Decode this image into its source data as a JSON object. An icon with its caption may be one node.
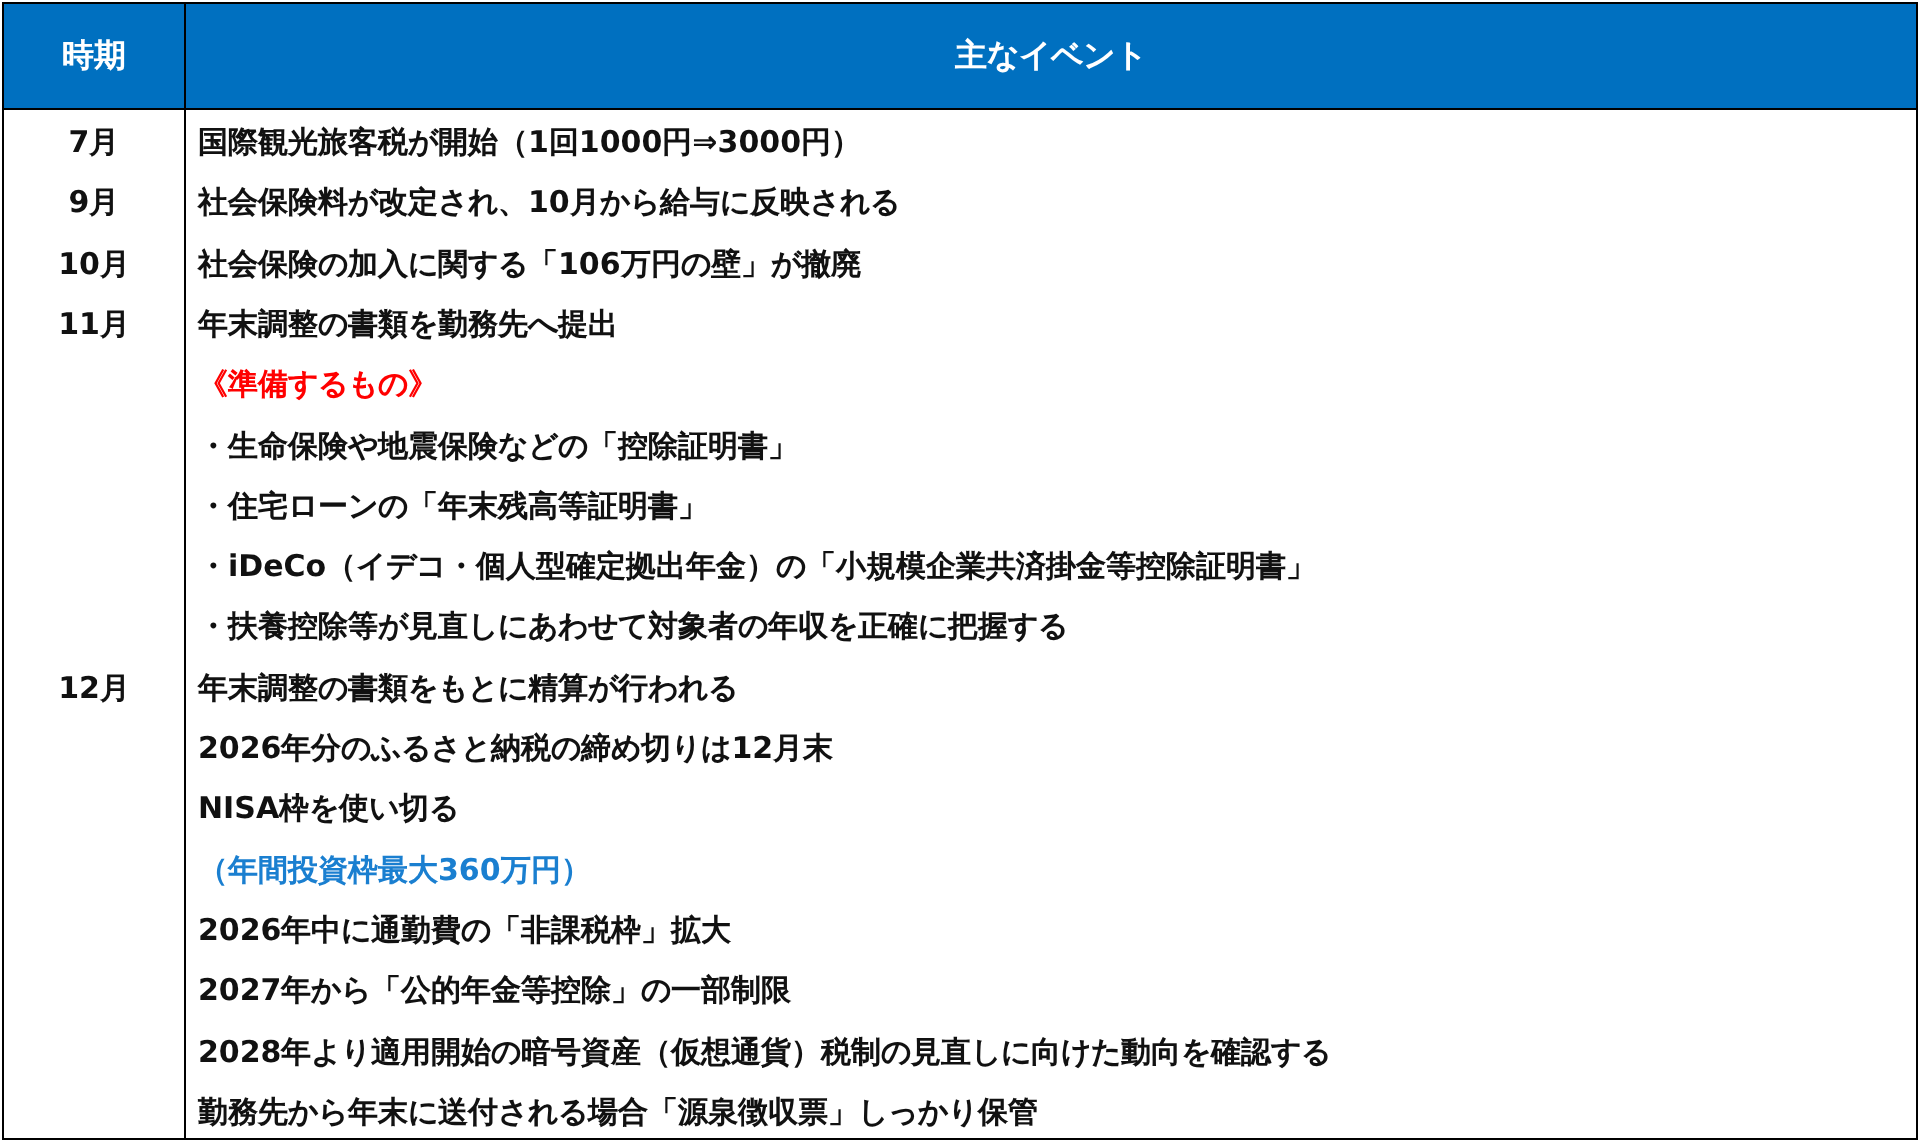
{
  "diagram": {
    "labels": [
      "時期",
      "主なイベント",
      "7月",
      "国際観光旅客税が開始（1回1000円⇒3000円）",
      "9月",
      "社会保険料が改定され、10月から給与に反映される",
      "10月",
      "社会保険の加入に関する「106万円の壁」が撤廃",
      "11月",
      "年末調整の書類を勤務先へ提出",
      "《準備するもの》",
      "・生命保険や地震保険などの「控除証明書」",
      "・住宅ローンの「年末残高等証明書」",
      "・iDeCo（イデコ・個人型確定拠出年金）の「小規模企業共済掛金等控除証明書」",
      "・扶養控除等が見直しにあわせて対象者の年収を正確に把握する",
      "12月",
      "年末調整の書類をもとに精算が行われる",
      "2026年分のふるさと納税の締め切りは12月末",
      "NISA枠を使い切る",
      "（年間投資枠最大360万円）",
      "2026年中に通勤費の「非課税枠」拡大",
      "2027年から「公的年金等控除」の一部制限",
      "2028年より適用開始の暗号資産（仮想通貨）税制の見直しに向けた動向を確認する",
      "勤務先から年末に送付される場合「源泉徴収票」しっかり保管"
    ]
  }
}
